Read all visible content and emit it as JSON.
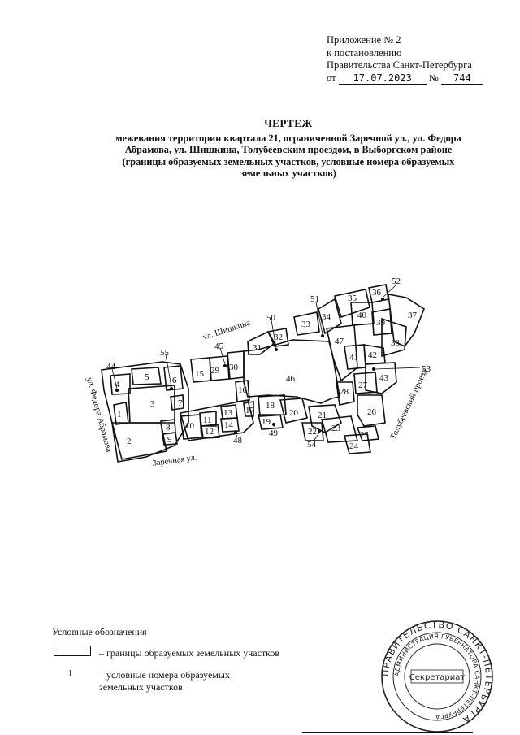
{
  "appendix": {
    "line1": "Приложение № 2",
    "line2": "к постановлению",
    "line3": "Правительства Санкт-Петербурга",
    "from_label": "от",
    "date": "17.07.2023",
    "number_label": "№",
    "number": "744"
  },
  "title": {
    "heading": "ЧЕРТЕЖ",
    "line1": "межевания территории квартала 21, ограниченной Заречной ул., ул. Федора",
    "line2": "Абрамова, ул. Шишкина, Толубеевским проездом, в Выборгском районе",
    "line3": "(границы образуемых земельных участков,  условные номера образуемых",
    "line4": "земельных участков)"
  },
  "streets": {
    "abramova": "ул. Федора Абрамова",
    "shishkina": "ул. Шишкина",
    "zarechnaya": "Заречная ул.",
    "tolubeevsky": "Толубеевский проезд"
  },
  "parcels": [
    "1",
    "2",
    "3",
    "4",
    "5",
    "6",
    "7",
    "8",
    "9",
    "10",
    "11",
    "12",
    "13",
    "14",
    "15",
    "16",
    "17",
    "18",
    "19",
    "20",
    "21",
    "22",
    "23",
    "24",
    "25",
    "26",
    "27",
    "28",
    "29",
    "30",
    "31",
    "32",
    "33",
    "34",
    "35",
    "36",
    "37",
    "38",
    "39",
    "40",
    "41",
    "42",
    "43",
    "44",
    "45",
    "46",
    "47",
    "48",
    "49",
    "50",
    "51",
    "52",
    "53",
    "54",
    "55"
  ],
  "legend": {
    "title": "Условные обозначения",
    "item1": "– границы образуемых земельных участков",
    "sample_number": "1",
    "item2_line1": "– условные номера образуемых",
    "item2_line2": "земельных участков"
  },
  "seal": {
    "outer_text": "ПРАВИТЕЛЬСТВО САНКТ-ПЕТЕРБУРГА",
    "inner_text": "АДМИНИСТРАЦИЯ ГУБЕРНАТОРА САНКТ-ПЕТЕРБУРГА",
    "center_text": "Секретариат"
  }
}
